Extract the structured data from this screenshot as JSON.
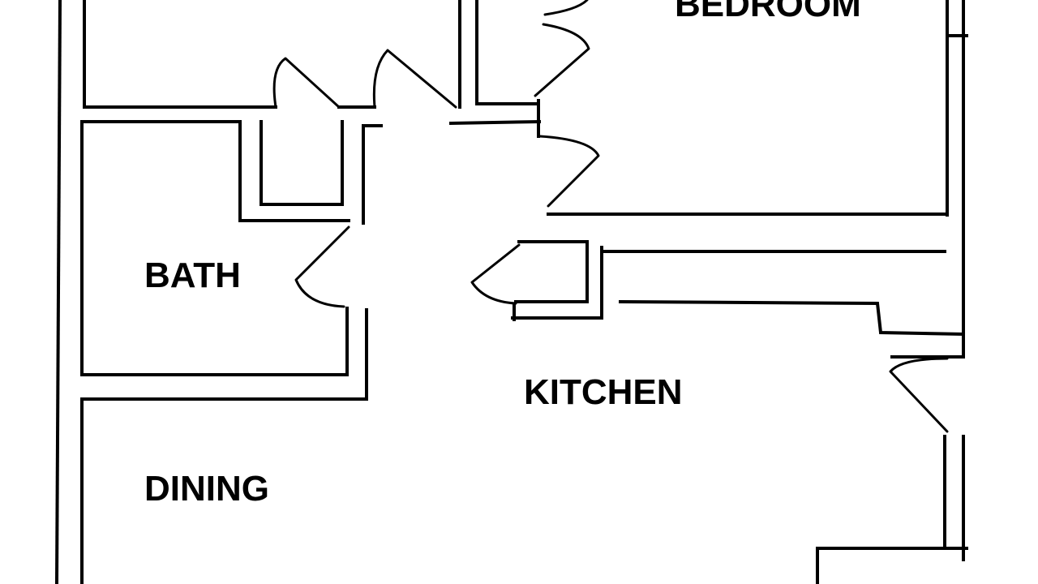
{
  "plan": {
    "colors": {
      "background": "#ffffff",
      "line": "#000000"
    },
    "rooms": {
      "bedroom": "BEDROOM",
      "bath": "BATH",
      "kitchen": "KITCHEN",
      "dining": "DINING"
    }
  }
}
